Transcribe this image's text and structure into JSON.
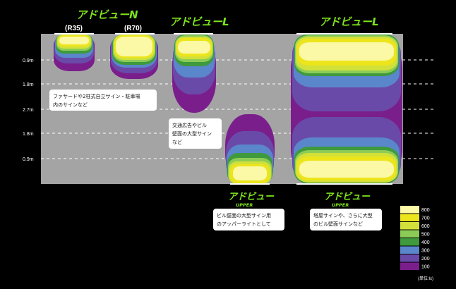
{
  "colors": {
    "background": "#000000",
    "panel": "#a4a4a4",
    "brand_green": "#7ee51c",
    "levels": {
      "100": "#7a1e8c",
      "200": "#6a4aa8",
      "300": "#5a86cc",
      "400": "#3e9a3c",
      "500": "#8ccc56",
      "600": "#d2e03a",
      "700": "#ece51c",
      "800": "#fbf8a6"
    }
  },
  "brands": {
    "adview_n": "アドビューN",
    "adview_l_top1": "アドビューL",
    "adview_l_top2": "アドビューL",
    "adview_upper1": "アドビュー",
    "upper_sub1": "UPPER",
    "adview_upper2": "アドビュー",
    "upper_sub2": "UPPER"
  },
  "models": {
    "r35": "(R35)",
    "r70": "(R70)"
  },
  "distance_labels": [
    "0.9m",
    "1.8m",
    "2.7m",
    "1.8m",
    "0.9m"
  ],
  "notes": {
    "facade": [
      "ファサードや2柱式自立サイン・駐車場",
      "内のサインなど"
    ],
    "traffic": [
      "交通広告やビル",
      "壁面の大型サイン",
      "など"
    ],
    "upper": [
      "ビル壁面の大型サイン用",
      "のアッパーライトとして"
    ],
    "tower": [
      "塔屋サインや、さらに大型",
      "のビル壁面サインなど"
    ]
  },
  "legend": {
    "levels": [
      "800",
      "700",
      "600",
      "500",
      "400",
      "300",
      "200",
      "100"
    ],
    "unit": "(単位:lx)"
  }
}
